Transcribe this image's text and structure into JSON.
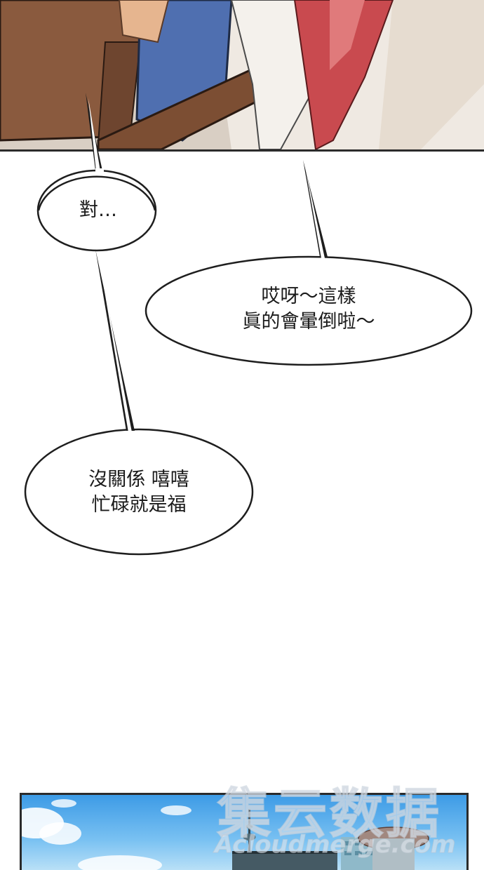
{
  "bubbles": [
    {
      "lines": [
        "對…"
      ]
    },
    {
      "lines": [
        "哎呀～這樣",
        "眞的會暈倒啦～"
      ]
    },
    {
      "lines": [
        "沒關係 嘻嘻",
        "忙碌就是福"
      ]
    }
  ],
  "watermark": {
    "chinese": "集云数据",
    "latin": "Acloudmerge.com"
  },
  "colors": {
    "bubble_fill": "#ffffff",
    "outline": "#1e1e1e",
    "sky": "#3d9be6"
  }
}
